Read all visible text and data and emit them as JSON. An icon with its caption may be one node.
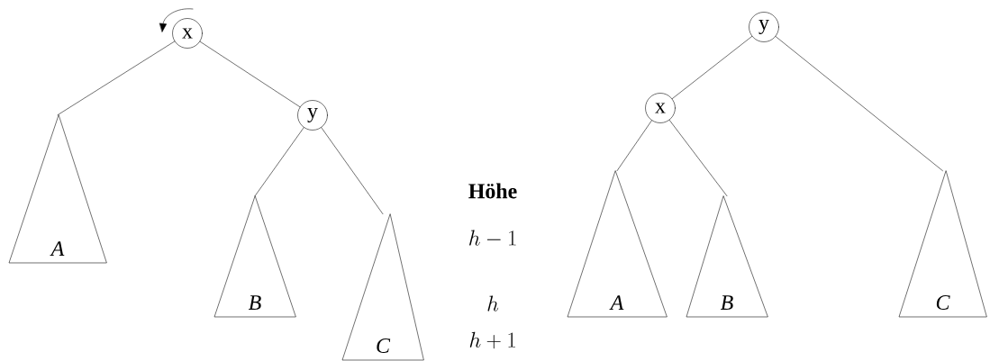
{
  "diagram": {
    "nodes": [
      {
        "text": [
          "x"
        ]
      },
      {
        "text": [
          "y"
        ]
      },
      {
        "text": [
          "A"
        ]
      },
      {
        "text": [
          "B"
        ]
      },
      {
        "text": [
          "C"
        ]
      },
      {
        "text": [
          "y"
        ]
      },
      {
        "text": [
          "x"
        ]
      },
      {
        "text": [
          "A"
        ]
      },
      {
        "text": [
          "B"
        ]
      },
      {
        "text": [
          "C"
        ]
      }
    ],
    "edges": [
      {
        "from": 0,
        "to": 2,
        "arrow": "none"
      },
      {
        "from": 0,
        "to": 1,
        "arrow": "none"
      },
      {
        "from": 1,
        "to": 3,
        "arrow": "none"
      },
      {
        "from": 1,
        "to": 4,
        "arrow": "none"
      },
      {
        "from": 5,
        "to": 6,
        "arrow": "none"
      },
      {
        "from": 5,
        "to": 9,
        "arrow": "none"
      },
      {
        "from": 6,
        "to": 7,
        "arrow": "none"
      },
      {
        "from": 6,
        "to": 8,
        "arrow": "none"
      }
    ],
    "labels": [
      "Höhe",
      "h - 1",
      "h",
      "h + 1"
    ]
  }
}
